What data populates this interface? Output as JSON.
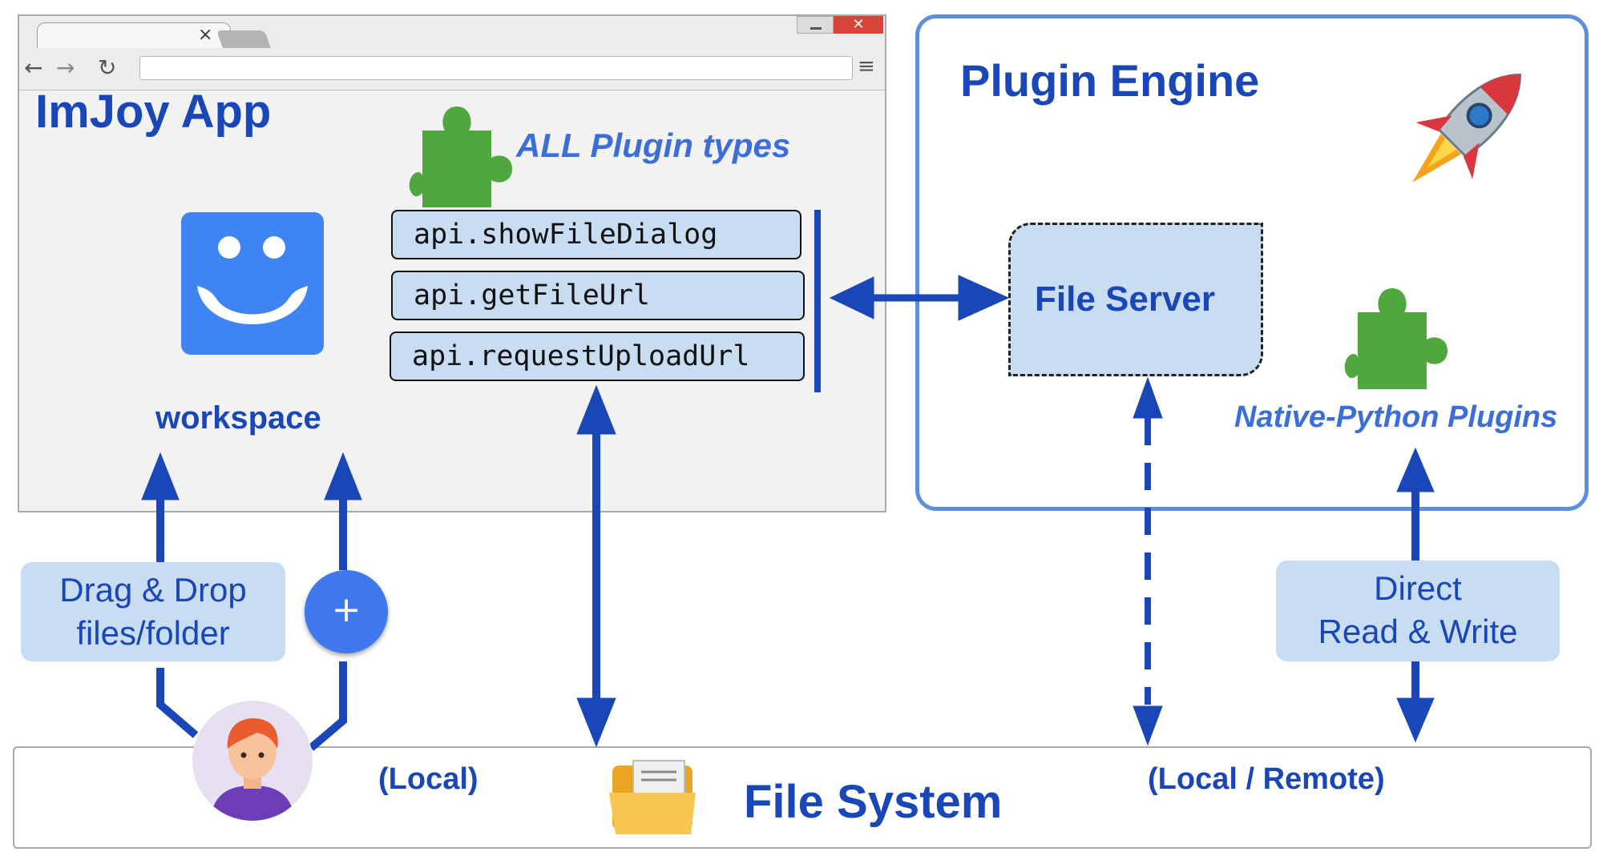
{
  "browser": {
    "tab_close": "×",
    "title": "ImJoy App",
    "plugin_types_label": "ALL Plugin types",
    "workspace_label": "workspace",
    "api_calls": [
      "api.showFileDialog",
      "api.getFileUrl",
      "api.requestUploadUrl"
    ]
  },
  "engine": {
    "title": "Plugin Engine",
    "file_server_label": "File Server",
    "native_plugins_label": "Native-Python Plugins"
  },
  "user_actions": {
    "drag_drop_line1": "Drag & Drop",
    "drag_drop_line2": "files/folder",
    "add_button": "+"
  },
  "direct_rw": {
    "line1": "Direct",
    "line2": "Read & Write"
  },
  "filesystem": {
    "title": "File System",
    "local_label": "(Local)",
    "remote_label": "(Local / Remote)"
  },
  "colors": {
    "arrow": "#1a47b8",
    "light_box": "#c8dcf2",
    "engine_border": "#5e8fdc",
    "puzzle": "#4fa83d",
    "logo": "#3e84f3"
  }
}
